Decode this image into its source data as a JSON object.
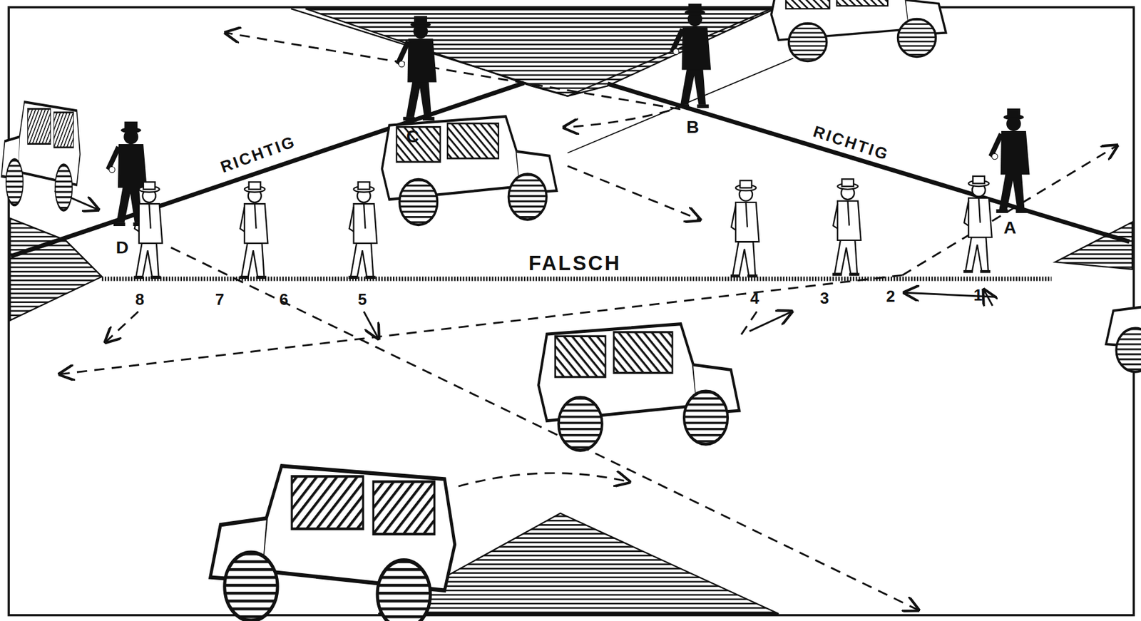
{
  "diagram": {
    "labels": [
      "C",
      "B",
      "RICHTIG",
      "RICHTIG",
      "A",
      "D",
      "FALSCH",
      "8",
      "7",
      "6",
      "5",
      "4",
      "3",
      "2",
      "1"
    ]
  }
}
